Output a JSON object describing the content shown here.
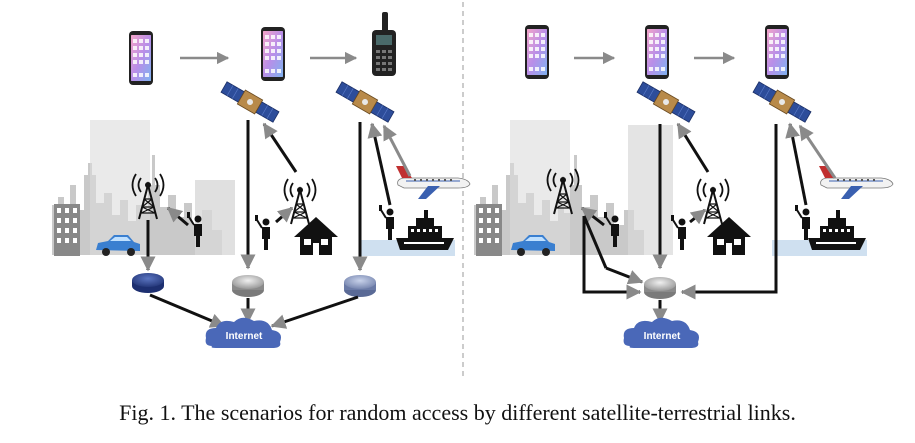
{
  "caption": {
    "prefix": "Fig. 1.",
    "text": "The scenarios for random access by different satellite-terrestrial links."
  },
  "internet_label": "Internet",
  "colors": {
    "arrow": "#111111",
    "gray_arrow": "#8a8a8a",
    "router_dark": "#2b3f86",
    "router_gray": "#a9a9a9",
    "cloud": "#4a68b8",
    "skyline": "#c9c9c9",
    "satellite_panel": "#2d4d9a",
    "sea": "#cfe0f0"
  },
  "icons": [
    "smartphone-icon",
    "satphone-icon",
    "satellite-icon",
    "cell-tower-icon",
    "person-icon",
    "house-icon",
    "car-icon",
    "ship-icon",
    "airplane-icon",
    "router-icon",
    "internet-cloud-icon"
  ]
}
